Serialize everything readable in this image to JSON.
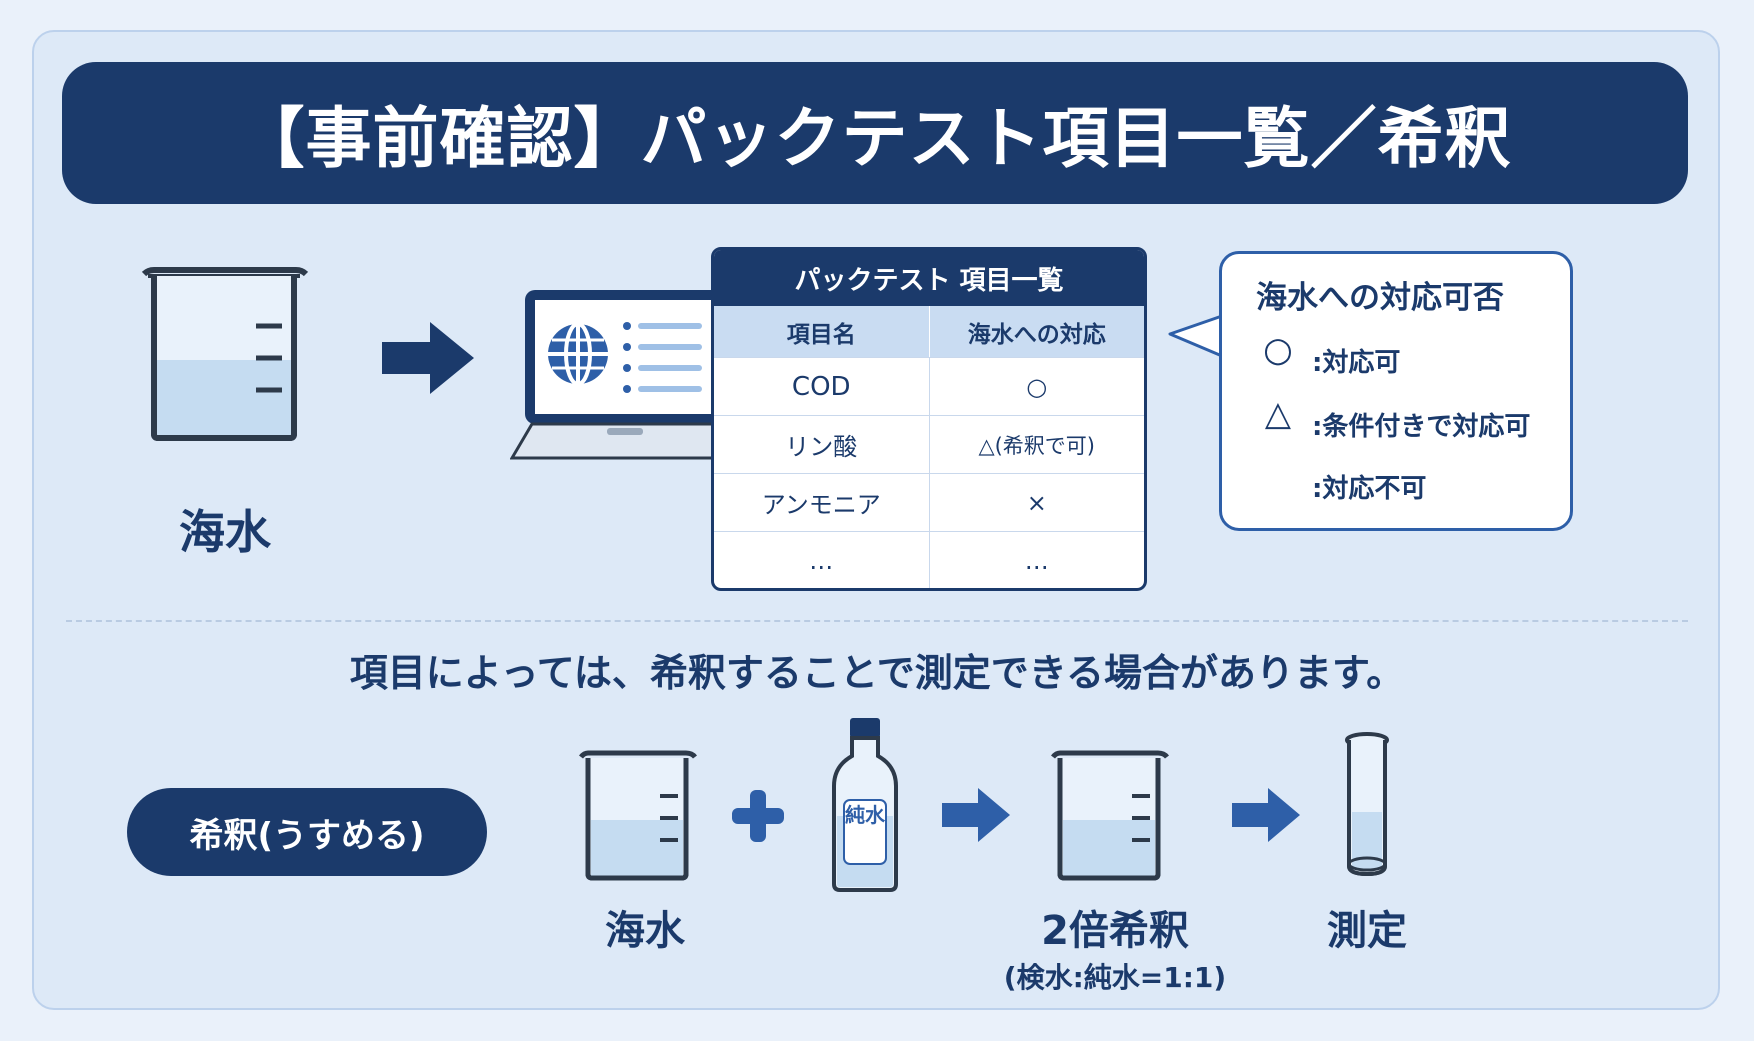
{
  "title": "【事前確認】パックテスト項目一覧／希釈",
  "top_flow": {
    "sample_label": "海水"
  },
  "table": {
    "title": "パックテスト 項目一覧",
    "columns": [
      "項目名",
      "海水への対応"
    ],
    "rows": [
      {
        "item": "COD",
        "support": "○"
      },
      {
        "item": "リン酸",
        "support": "△(希釈で可)"
      },
      {
        "item": "アンモニア",
        "support": "×"
      },
      {
        "item": "…",
        "support": "…"
      }
    ]
  },
  "legend": {
    "title": "海水への対応可否",
    "items": [
      {
        "symbol": "○",
        "text": ":対応可"
      },
      {
        "symbol": "△",
        "text": ":条件付きで対応可"
      },
      {
        "symbol": "",
        "text": ":対応不可"
      }
    ]
  },
  "dilution": {
    "heading": "項目によっては、希釈することで測定できる場合があります。",
    "pill_label": "希釈(うすめる)",
    "seawater_label": "海水",
    "bottle_text": "純水",
    "result_label": "2倍希釈",
    "result_sub": "(検水:純水=1:1)",
    "measure_label": "測定"
  },
  "colors": {
    "navy": "#1b3a6b",
    "accent_blue": "#2e5fa8",
    "water": "#c5dcf1",
    "panel": "#dde9f7"
  }
}
